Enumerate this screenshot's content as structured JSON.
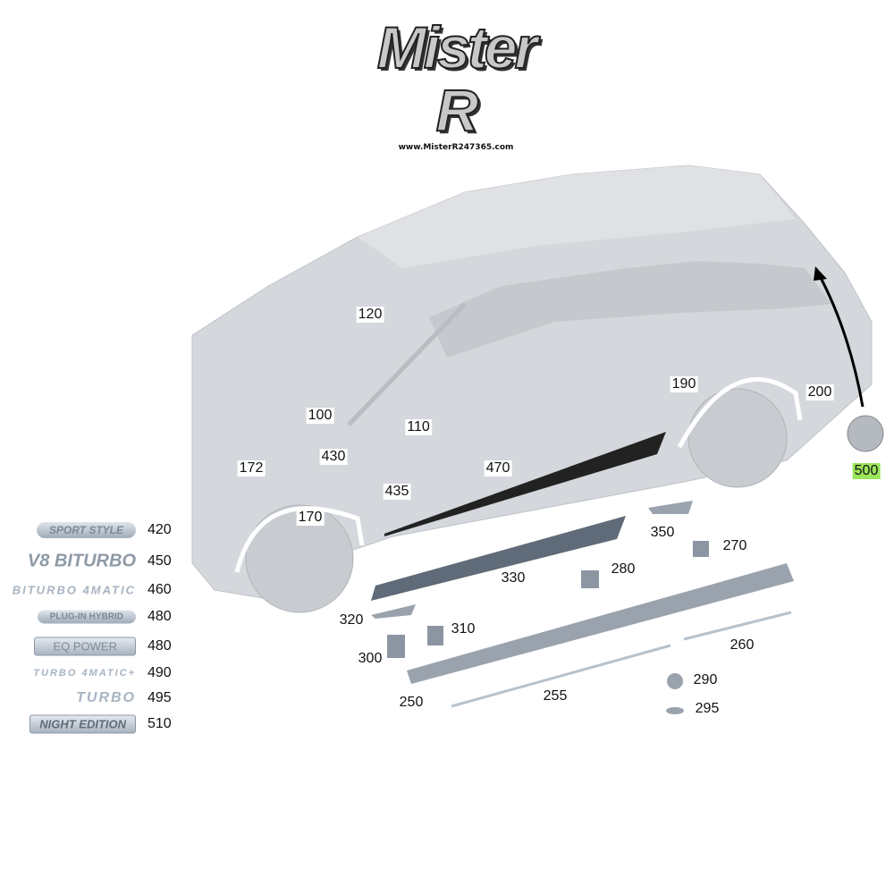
{
  "logo": {
    "brand": "Mister R",
    "url": "www.MisterR247365.com"
  },
  "callouts": [
    {
      "id": "120"
    },
    {
      "id": "100"
    },
    {
      "id": "110"
    },
    {
      "id": "430"
    },
    {
      "id": "435"
    },
    {
      "id": "470"
    },
    {
      "id": "172"
    },
    {
      "id": "170"
    },
    {
      "id": "190"
    },
    {
      "id": "200"
    },
    {
      "id": "500",
      "highlight": "#9be35a"
    },
    {
      "id": "350"
    },
    {
      "id": "270"
    },
    {
      "id": "330"
    },
    {
      "id": "280"
    },
    {
      "id": "320"
    },
    {
      "id": "310"
    },
    {
      "id": "300"
    },
    {
      "id": "250"
    },
    {
      "id": "255"
    },
    {
      "id": "260"
    },
    {
      "id": "290"
    },
    {
      "id": "295"
    }
  ],
  "badges": [
    {
      "text": "SPORT STYLE",
      "part": "420"
    },
    {
      "text": "V8 BITURBO",
      "part": "450"
    },
    {
      "text": "BITURBO 4MATIC",
      "part": "460"
    },
    {
      "text": "PLUG-IN HYBRID",
      "part": "480"
    },
    {
      "text": "EQ POWER",
      "part": "480"
    },
    {
      "text": "TURBO 4MATIC+",
      "part": "490"
    },
    {
      "text": "TURBO",
      "part": "495"
    },
    {
      "text": "NIGHT EDITION",
      "part": "510"
    }
  ]
}
